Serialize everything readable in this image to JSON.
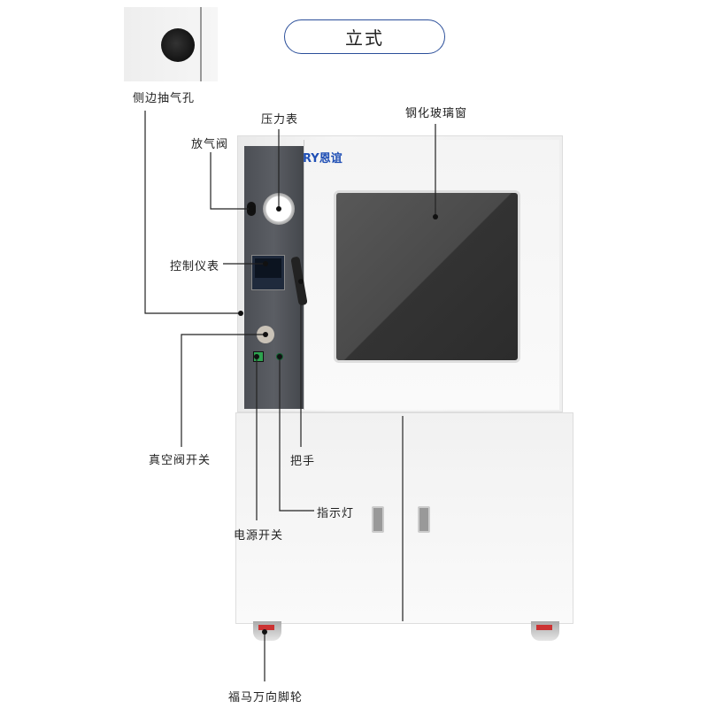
{
  "title": "立式",
  "brand_logo": "RY恩谊",
  "labels": {
    "side_port": "侧边抽气孔",
    "pressure_gauge": "压力表",
    "glass_window": "钢化玻璃窗",
    "vent_valve": "放气阀",
    "controller": "控制仪表",
    "vacuum_valve_switch": "真空阀开关",
    "handle": "把手",
    "indicator_light": "指示灯",
    "power_switch": "电源开关",
    "casters": "福马万向脚轮"
  },
  "colors": {
    "pill_border": "#2b4f9a",
    "logo": "#1f4fb5",
    "panel": "#53565c"
  }
}
